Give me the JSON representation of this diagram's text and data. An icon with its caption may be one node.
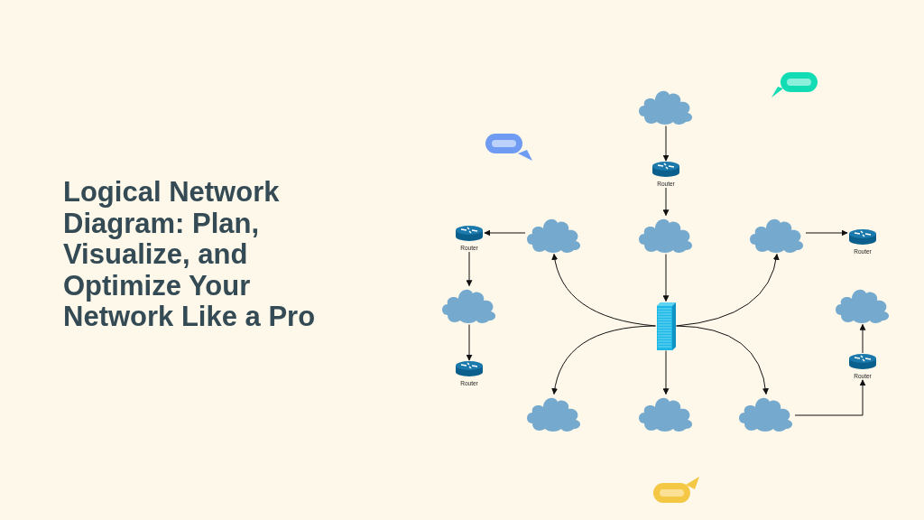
{
  "diagram": {
    "title": "Logical Network Diagram: Plan, Visualize, and Optimize Your Network Like a Pro",
    "nodes": [
      {
        "text": [],
        "shape": "cloud"
      },
      {
        "text": [
          "Router"
        ]
      },
      {
        "text": [
          "Router"
        ]
      },
      {
        "text": [],
        "shape": "cloud"
      },
      {
        "text": [],
        "shape": "cloud"
      },
      {
        "text": [],
        "shape": "cloud"
      },
      {
        "text": [
          "Router"
        ]
      },
      {
        "text": [],
        "shape": "cloud"
      },
      {
        "text": [],
        "shape": "cloud"
      },
      {
        "text": [],
        "shape": "server"
      },
      {
        "text": [
          "Router"
        ]
      },
      {
        "text": [
          "Router"
        ]
      },
      {
        "text": [],
        "shape": "cloud"
      },
      {
        "text": [],
        "shape": "cloud"
      },
      {
        "text": [],
        "shape": "cloud"
      }
    ],
    "edges": [
      {
        "from": 0,
        "to": 1,
        "arrow": "to"
      },
      {
        "from": 1,
        "to": 4,
        "arrow": "to"
      },
      {
        "from": 4,
        "to": 9,
        "arrow": "to"
      },
      {
        "from": 3,
        "to": 2,
        "arrow": "to"
      },
      {
        "from": 2,
        "to": 7,
        "arrow": "to"
      },
      {
        "from": 7,
        "to": 11,
        "arrow": "to"
      },
      {
        "from": 9,
        "to": 3,
        "arrow": "to"
      },
      {
        "from": 9,
        "to": 5,
        "arrow": "to"
      },
      {
        "from": 5,
        "to": 6,
        "arrow": "to"
      },
      {
        "from": 9,
        "to": 12,
        "arrow": "to"
      },
      {
        "from": 9,
        "to": 13,
        "arrow": "to"
      },
      {
        "from": 9,
        "to": 14,
        "arrow": "to"
      },
      {
        "from": 14,
        "to": 10,
        "arrow": "to"
      },
      {
        "from": 10,
        "to": 8,
        "arrow": "to"
      }
    ]
  }
}
